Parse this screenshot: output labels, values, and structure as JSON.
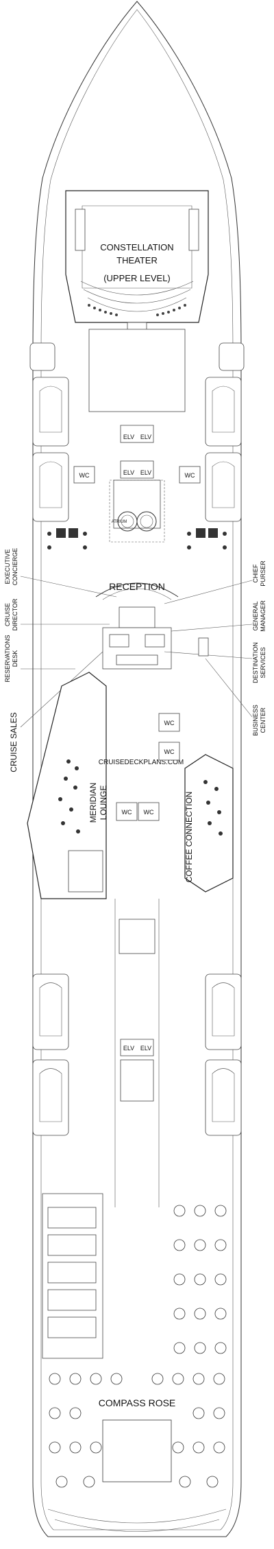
{
  "labels": {
    "constellation_theater_line1": "CONSTELLATION",
    "constellation_theater_line2": "THEATER",
    "constellation_theater_line3": "(UPPER LEVEL)",
    "elv": "ELV",
    "wc": "WC",
    "atrium": "ATRIUM",
    "reception": "RECEPTION",
    "executive_concierge_1": "EXECUTIVE",
    "executive_concierge_2": "CONCIERGE",
    "cruise_director_1": "CRUISE",
    "cruise_director_2": "DIRECTOR",
    "reservations_desk_1": "RESERVATIONS",
    "reservations_desk_2": "DESK",
    "cruise_sales": "CRUISE SALES",
    "chief_purser_1": "CHIEF",
    "chief_purser_2": "PURSER",
    "general_manager_1": "GENERAL",
    "general_manager_2": "MANAGER",
    "destination_services_1": "DESTINATION",
    "destination_services_2": "SERVICES",
    "business_center_1": "BUSINESS",
    "business_center_2": "CENTER",
    "watermark": "CRUISEDECKPLANS.COM",
    "meridian_lounge_1": "MERIDIAN",
    "meridian_lounge_2": "LOUNGE",
    "coffee_connection": "COFFEE CONNECTION",
    "compass_rose": "COMPASS ROSE"
  },
  "colors": {
    "line": "#333333",
    "text": "#111111",
    "background": "#ffffff"
  }
}
